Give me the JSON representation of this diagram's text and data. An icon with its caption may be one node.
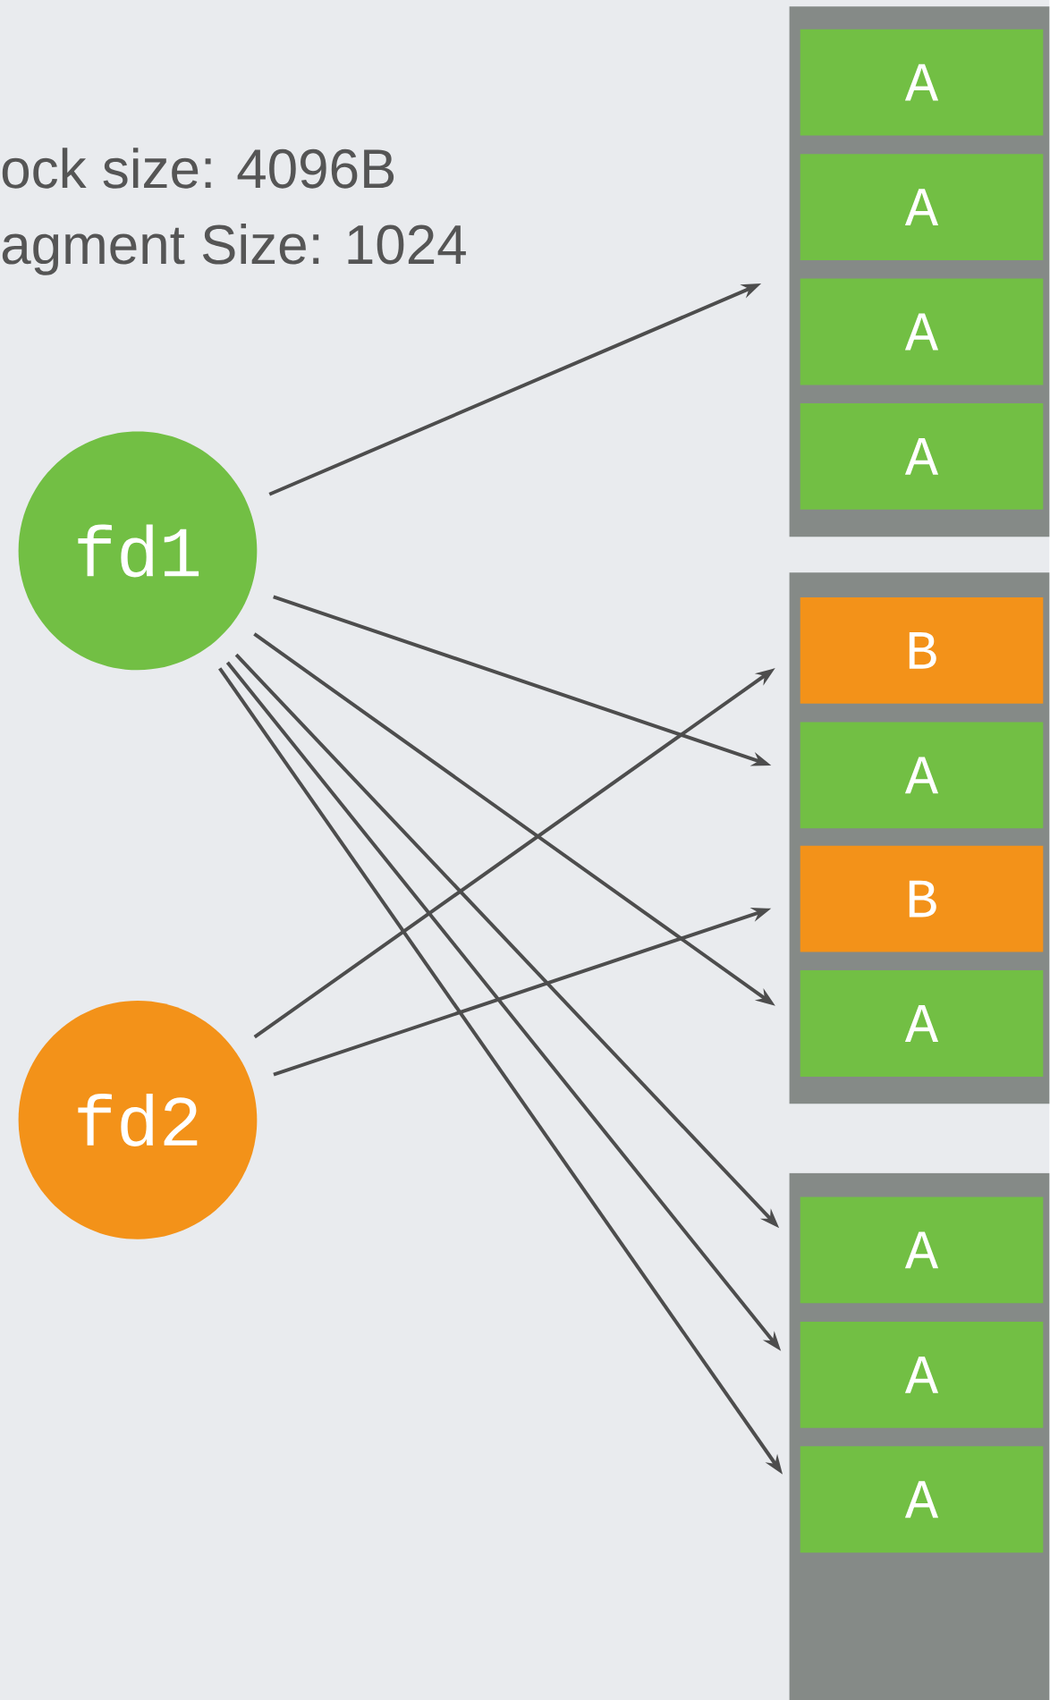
{
  "diagram": {
    "labels": [
      "ock size: 4096B",
      "agment Size: 1024"
    ],
    "nodes": [
      {
        "text": [
          "fd1"
        ]
      },
      {
        "text": [
          "fd2"
        ]
      },
      {
        "text": [],
        "shape": "box"
      },
      {
        "text": [
          "A"
        ],
        "in": 2
      },
      {
        "text": [
          "A"
        ],
        "in": 2
      },
      {
        "text": [
          "A"
        ],
        "in": 2
      },
      {
        "text": [
          "A"
        ],
        "in": 2
      },
      {
        "text": [],
        "shape": "box"
      },
      {
        "text": [
          "B"
        ],
        "in": 7
      },
      {
        "text": [
          "A"
        ],
        "in": 7
      },
      {
        "text": [
          "B"
        ],
        "in": 7
      },
      {
        "text": [
          "A"
        ],
        "in": 7
      },
      {
        "text": [],
        "shape": "box"
      },
      {
        "text": [
          "A"
        ],
        "in": 12
      },
      {
        "text": [
          "A"
        ],
        "in": 12
      },
      {
        "text": [
          "A"
        ],
        "in": 12
      }
    ],
    "edges": [
      {
        "from": 0,
        "to": 2,
        "arrow": "to"
      },
      {
        "from": 0,
        "to": 9,
        "arrow": "to"
      },
      {
        "from": 0,
        "to": 11,
        "arrow": "to"
      },
      {
        "from": 0,
        "to": 13,
        "arrow": "to"
      },
      {
        "from": 0,
        "to": 14,
        "arrow": "to"
      },
      {
        "from": 0,
        "to": 15,
        "arrow": "to"
      },
      {
        "from": 1,
        "to": 8,
        "arrow": "to"
      },
      {
        "from": 1,
        "to": 10,
        "arrow": "to"
      }
    ]
  }
}
